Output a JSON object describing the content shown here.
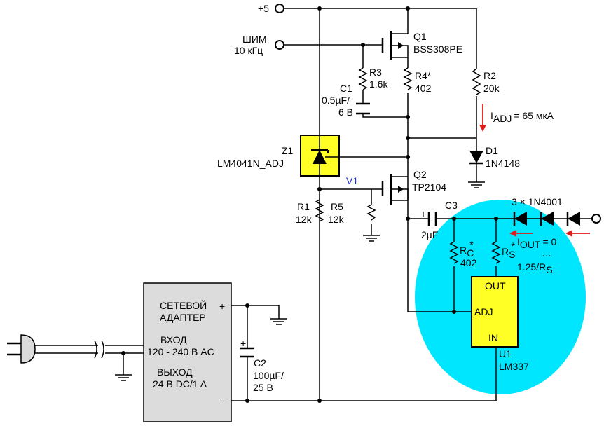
{
  "colors": {
    "highlight_zone": "#00e6ff",
    "chip_fill": "#ffff26",
    "adapter_fill": "#dcdcdc",
    "arrow": "#e01b1b",
    "node_label": "#1d2bd6"
  },
  "terminals": {
    "plus5": "+5",
    "pwm": "ШИМ",
    "pwm_freq": "10 кГц"
  },
  "q1": {
    "ref": "Q1",
    "part": "BSS308PE"
  },
  "q2": {
    "ref": "Q2",
    "part": "TP2104"
  },
  "r1": {
    "ref": "R1",
    "value": "12k"
  },
  "r2": {
    "ref": "R2",
    "value": "20k"
  },
  "r3": {
    "ref": "R3",
    "value": "1.6k"
  },
  "r4": {
    "ref": "R4*",
    "value": "402"
  },
  "r5": {
    "ref": "R5",
    "value": "12k"
  },
  "rc": {
    "ref": "R",
    "sub": "C",
    "sup": "*",
    "value": "402"
  },
  "rs": {
    "ref": "R",
    "sub": "S",
    "sup": "*"
  },
  "c1": {
    "ref": "C1",
    "value1": "0.5µF/",
    "value2": "6 В"
  },
  "c2": {
    "ref": "C2",
    "value1": "100µF/",
    "value2": "25 В"
  },
  "c3": {
    "ref": "C3",
    "value": "2µF"
  },
  "d1": {
    "ref": "D1",
    "part": "1N4148"
  },
  "z1": {
    "ref": "Z1",
    "part": "LM4041N_ADJ"
  },
  "v1": "V1",
  "iadj": {
    "sym": "I",
    "sub": "ADJ",
    "val": "= 65 мкА"
  },
  "iout": {
    "sym": "I",
    "sub": "OUT",
    "val": "= 0",
    "dots": "…",
    "max_pre": "1.25/R",
    "max_sub": "S"
  },
  "diodes_label": "3 × 1N4001",
  "u1": {
    "ref": "U1",
    "part": "LM337",
    "out": "OUT",
    "adj": "ADJ",
    "in": "IN"
  },
  "adapter": {
    "l1": "СЕТЕВОЙ",
    "l2": "АДАПТЕР",
    "l3": "ВХОД",
    "l4": "120 - 240 В AC",
    "l5": "ВЫХОД",
    "l6": "24 В DC/1 A",
    "plus": "+",
    "minus": "–"
  },
  "polarity_plus": "+"
}
